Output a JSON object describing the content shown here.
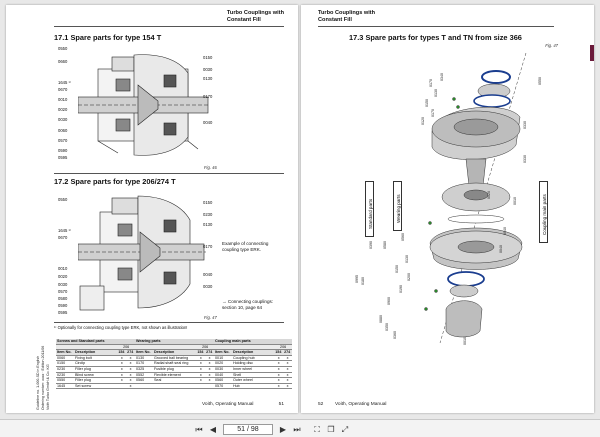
{
  "left_page": {
    "header_title": [
      "Turbo Couplings with",
      "Constant Fill"
    ],
    "section_1": "17.1   Spare parts for type 154 T",
    "section_1_labels_left": [
      "0550",
      "0660",
      "1645 ¹⁾",
      "0670",
      "0010",
      "0020",
      "0030",
      "0060",
      "0570",
      "0590",
      "0595"
    ],
    "section_1_labels_right": [
      "0150",
      "0030",
      "0130",
      "0170",
      "0040"
    ],
    "fig_1": "Fig. 46",
    "section_2": "17.2   Spare parts for type 206/274 T",
    "section_2_labels_left": [
      "0550",
      "1645 ¹⁾",
      "0670",
      "0010",
      "0020",
      "0030",
      "0570",
      "0580",
      "0590",
      "0595"
    ],
    "section_2_labels_right": [
      "0150",
      "0230",
      "0130",
      "0170",
      "0040",
      "0030"
    ],
    "example_text": [
      "Example of connecting",
      "coupling type ERK."
    ],
    "arrow_text": [
      "→ Connecting couplings:",
      "section 10, page 64"
    ],
    "fig_2": "Fig. 47",
    "footnote": "¹⁾   Optionally for connecting coupling type ERK, not shown as illustration!",
    "side_text": [
      "Guideline no. 1-000-SD in English",
      "Ordering number: xxxx · Edition 2011/06",
      "Voith Turbo GmbH & Co. KG"
    ],
    "table": {
      "groups": [
        "Screws and Standard parts",
        "Wearing parts",
        "Coupling main parts"
      ],
      "size_label": "206",
      "size_cols": [
        "154",
        "274"
      ],
      "col_headers": [
        "Item No.",
        "Description",
        "154",
        "274"
      ],
      "rows": [
        [
          "0060",
          "Fixing bolt",
          "x",
          "x",
          "0130",
          "Grooved ball bearing",
          "x",
          "x",
          "0010",
          "Coupling hub",
          "x",
          "x"
        ],
        [
          "0150",
          "Circlip",
          "x",
          "x",
          "0170",
          "Radial shaft seal ring",
          "x",
          "x",
          "0020",
          "Holding disc",
          "x",
          "x"
        ],
        [
          "0230",
          "Filler plug",
          "x",
          "x",
          "0325",
          "Fusible plug",
          "x",
          "x",
          "0030",
          "Inner wheel",
          "x",
          "x"
        ],
        [
          "0230",
          "Blind screw",
          "x",
          "x",
          "0552",
          "Flexible element",
          "x",
          "x",
          "0040",
          "Shell",
          "x",
          "x"
        ],
        [
          "0550",
          "Filler plug",
          "x",
          "x",
          "0560",
          "Seal",
          "x",
          "x",
          "0560",
          "Outer wheel",
          "x",
          "x"
        ],
        [
          "1645",
          "Set screw",
          "",
          "x",
          "",
          "",
          "",
          "",
          "0570",
          "Hub",
          "x",
          "x"
        ]
      ]
    },
    "footer_left": "Voith, Operating Manual",
    "footer_right": "51"
  },
  "right_page": {
    "header_title": [
      "Turbo Couplings with",
      "Constant Fill"
    ],
    "section": "17.3   Spare parts for types  T and TN  from size 366",
    "fig": "Fig. 47",
    "box_standard": "Standard parts",
    "box_wearing": "Wearing parts",
    "box_coupling": "Coupling main parts",
    "labels_top": [
      "0550",
      "0340",
      "0170",
      "0130",
      "0150",
      "0170",
      "0120"
    ],
    "labels_mid": [
      "0330",
      "0330",
      "0020",
      "0010",
      "0040",
      "0040"
    ],
    "labels_low": [
      "0390",
      "0580",
      "0560",
      "0130",
      "0150",
      "0200",
      "0190"
    ],
    "labels_bottom": [
      "0180",
      "0995",
      "0900",
      "0880",
      "0350",
      "0360",
      "0010"
    ],
    "footer_left": "52",
    "footer_right": "Voith, Operating Manual"
  },
  "toolbar": {
    "first_icon": "⏮",
    "prev_icon": "◀",
    "page_indicator": "51 / 98",
    "next_icon": "▶",
    "last_icon": "⏭",
    "fit_icon": "⛶",
    "window_icon": "❐",
    "fullscreen_icon": "⤢"
  }
}
